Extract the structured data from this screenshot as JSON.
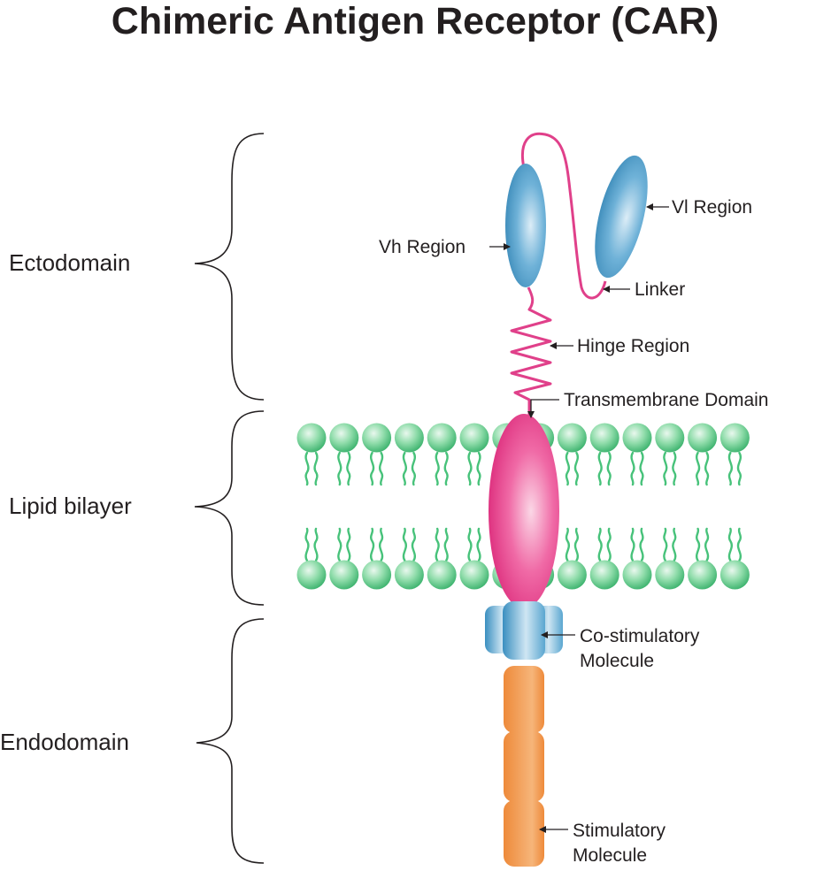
{
  "title": "Chimeric Antigen Receptor (CAR)",
  "sections": {
    "ectodomain": "Ectodomain",
    "lipid": "Lipid bilayer",
    "endodomain": "Endodomain"
  },
  "labels": {
    "vl": "Vl Region",
    "vh": "Vh Region",
    "linker": "Linker",
    "hinge": "Hinge Region",
    "transmembrane": "Transmembrane Domain",
    "costim_line1": "Co-stimulatory",
    "costim_line2": "Molecule",
    "stim_line1": "Stimulatory",
    "stim_line2": "Molecule"
  },
  "colors": {
    "blue_region": "#3d93c2",
    "linker_pink": "#e0408a",
    "transmembrane_pink": "#ea3f8a",
    "lipid_green": "#47c27a",
    "stimulatory_orange": "#f2954a",
    "text": "#231f20"
  }
}
